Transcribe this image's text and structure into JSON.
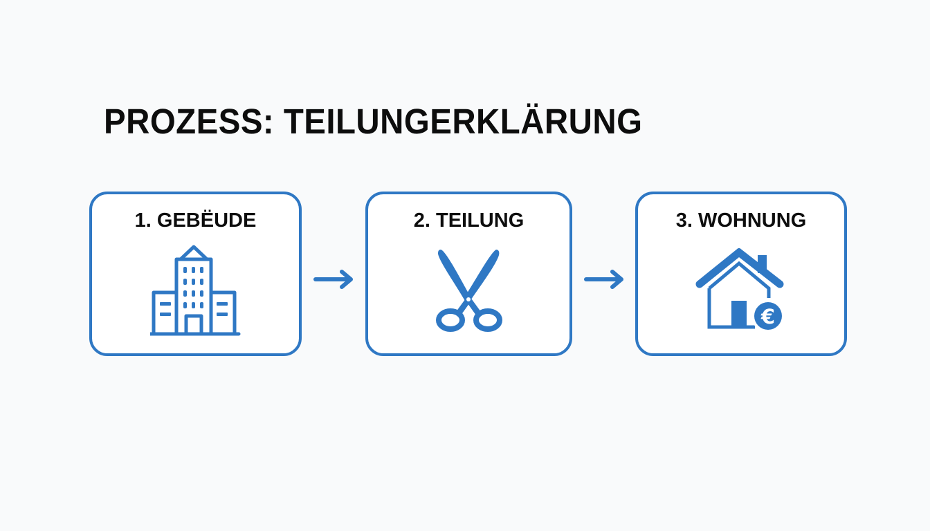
{
  "title": "PROZESS: TEILUNGERKLÄRUNG",
  "colors": {
    "accent": "#2f78c4",
    "text": "#0d0d0d",
    "background": "#f9fafb",
    "box_fill": "#ffffff"
  },
  "steps": [
    {
      "label": "1. GEBËUDE",
      "icon": "building-icon"
    },
    {
      "label": "2. TEILUNG",
      "icon": "scissors-icon"
    },
    {
      "label": "3. WOHNUNG",
      "icon": "house-euro-icon"
    }
  ],
  "connectors": [
    {
      "from": 1,
      "to": 2,
      "icon": "arrow-right-icon"
    },
    {
      "from": 2,
      "to": 3,
      "icon": "arrow-right-icon"
    }
  ]
}
